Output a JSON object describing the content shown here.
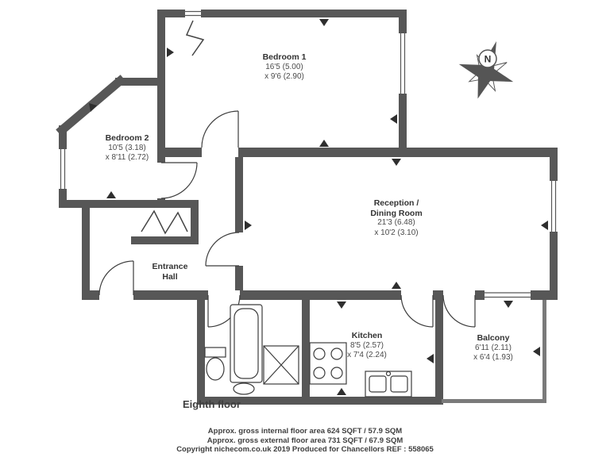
{
  "plan": {
    "floor_label": "Eighth floor",
    "rooms": {
      "bedroom1": {
        "name": "Bedroom 1",
        "dim1": "16'5 (5.00)",
        "dim2": "x 9'6 (2.90)"
      },
      "bedroom2": {
        "name": "Bedroom 2",
        "dim1": "10'5 (3.18)",
        "dim2": "x 8'11 (2.72)"
      },
      "reception": {
        "name1": "Reception /",
        "name2": "Dining Room",
        "dim1": "21'3 (6.48)",
        "dim2": "x 10'2 (3.10)"
      },
      "hall": {
        "name1": "Entrance",
        "name2": "Hall"
      },
      "kitchen": {
        "name": "Kitchen",
        "dim1": "8'5 (2.57)",
        "dim2": "x 7'4 (2.24)"
      },
      "balcony": {
        "name": "Balcony",
        "dim1": "6'11 (2.11)",
        "dim2": "x 6'4 (1.93)"
      }
    },
    "compass": {
      "label": "N"
    },
    "footer": {
      "line1": "Approx. gross internal floor area 624 SQFT / 57.9 SQM",
      "line2": "Approx. gross external floor area 731 SQFT / 67.9 SQM",
      "line3": "Copyright nichecom.co.uk 2019 Produced for Chancellors REF : 558065"
    },
    "colors": {
      "wall": "#575757",
      "text": "#3a3a3a"
    }
  }
}
